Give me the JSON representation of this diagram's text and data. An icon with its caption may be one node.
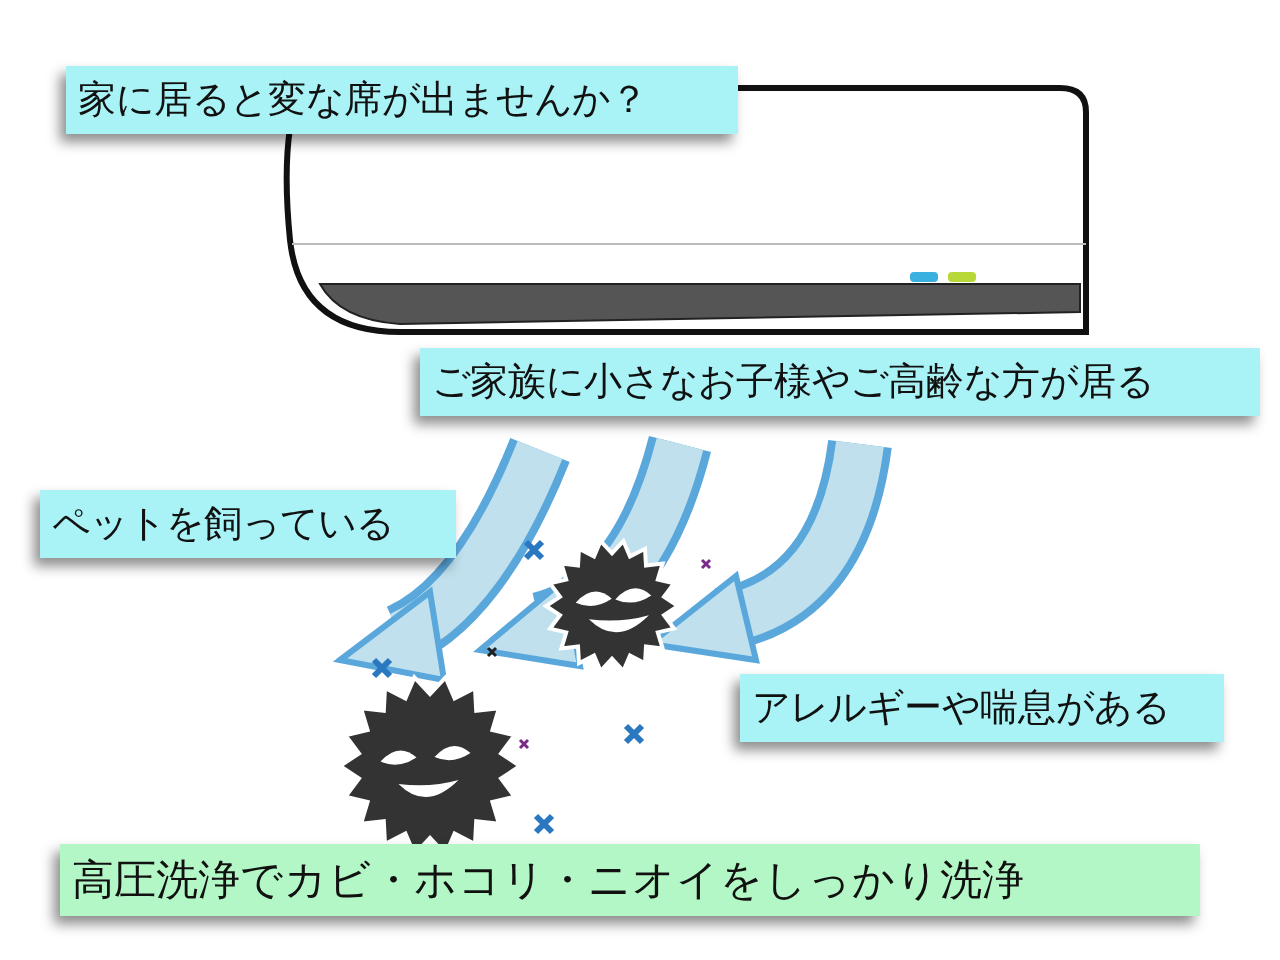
{
  "diagram": {
    "nodes": [
      {
        "text": [
          "家に居ると変な席が出ませんか？"
        ]
      },
      {
        "text": [
          "ご家族に小さなお子様やご高齢な方が居る"
        ]
      },
      {
        "text": [
          "ペットを飼っている"
        ]
      },
      {
        "text": [
          "アレルギーや喘息がある"
        ]
      },
      {
        "text": [
          "高圧洗浄でカビ・ホコリ・ニオイをしっかり洗浄"
        ]
      }
    ]
  }
}
